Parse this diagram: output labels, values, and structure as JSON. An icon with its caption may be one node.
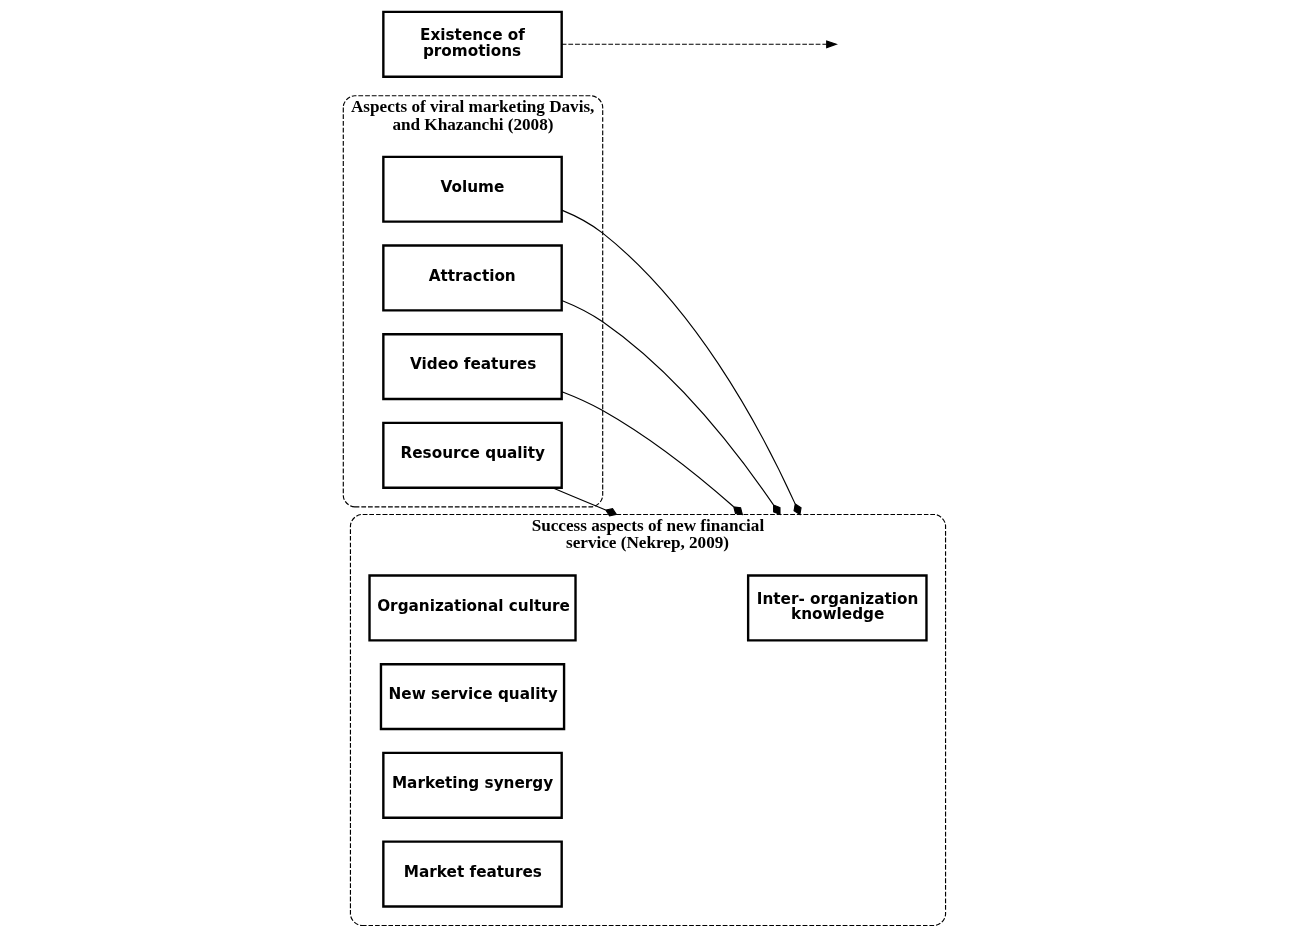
{
  "diagram": {
    "nodes": [
      {
        "text": [
          "Aspects of viral marketing Davis, and Khazanchi (2008)"
        ]
      },
      {
        "text": [
          "Volume"
        ],
        "in": 0
      },
      {
        "text": [
          "Attraction"
        ],
        "in": 0
      },
      {
        "text": [
          "Video features"
        ],
        "in": 0
      },
      {
        "text": [
          "Resource quality"
        ],
        "in": 0
      },
      {
        "text": [
          "Success aspects of new financial service (Nekrep, 2009)"
        ]
      },
      {
        "text": [
          "Inter- organization knowledge"
        ],
        "in": 5
      },
      {
        "text": [
          "Organizational culture"
        ],
        "in": 5
      },
      {
        "text": [
          "New service quality"
        ],
        "in": 5
      },
      {
        "text": [
          "Marketing synergy"
        ],
        "in": 5
      },
      {
        "text": [
          "Market features"
        ],
        "in": 5
      },
      {
        "text": [
          "Existence of promotions"
        ]
      }
    ],
    "edges": [
      {
        "from": 1,
        "to": 5,
        "arrow": "other"
      },
      {
        "from": 2,
        "to": 5,
        "arrow": "other"
      },
      {
        "from": 3,
        "to": 5,
        "arrow": "other"
      },
      {
        "from": 4,
        "to": 5,
        "arrow": "other"
      },
      {
        "from": 11,
        "to": null,
        "arrow": "to",
        "style": "dashed"
      }
    ]
  }
}
